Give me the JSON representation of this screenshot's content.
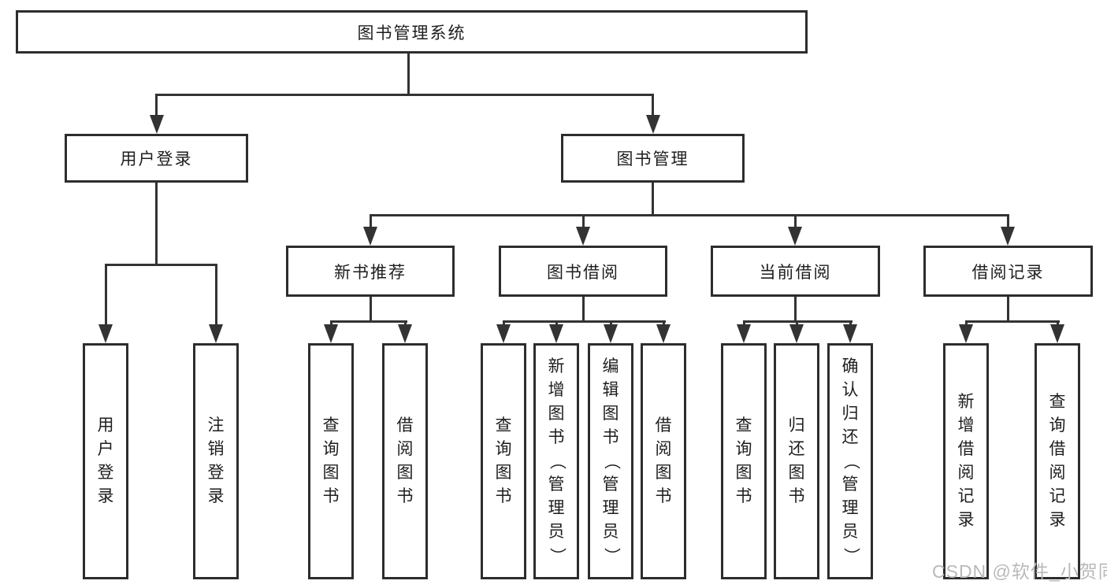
{
  "colors": {
    "line": "#333333",
    "box_border": "#2d2d2d",
    "box_background": "#ffffff",
    "text": "#1e1e1e",
    "watermark": "#b9b9b9",
    "page_background": "#ffffff"
  },
  "watermark": {
    "text": "CSDN @软件_小贺同学"
  },
  "tree": {
    "label": "图书管理系统",
    "children": [
      {
        "label": "用户登录",
        "children": [
          {
            "label": "用户登录"
          },
          {
            "label": "注销登录"
          }
        ]
      },
      {
        "label": "图书管理",
        "children": [
          {
            "label": "新书推荐",
            "children": [
              {
                "label": "查询图书"
              },
              {
                "label": "借阅图书"
              }
            ]
          },
          {
            "label": "图书借阅",
            "children": [
              {
                "label": "查询图书"
              },
              {
                "label": "新增图书（管理员）"
              },
              {
                "label": "编辑图书（管理员）"
              },
              {
                "label": "借阅图书"
              }
            ]
          },
          {
            "label": "当前借阅",
            "children": [
              {
                "label": "查询图书"
              },
              {
                "label": "归还图书"
              },
              {
                "label": "确认归还（管理员）"
              }
            ]
          },
          {
            "label": "借阅记录",
            "children": [
              {
                "label": "新增借阅记录"
              },
              {
                "label": "查询借阅记录"
              }
            ]
          }
        ]
      }
    ]
  }
}
